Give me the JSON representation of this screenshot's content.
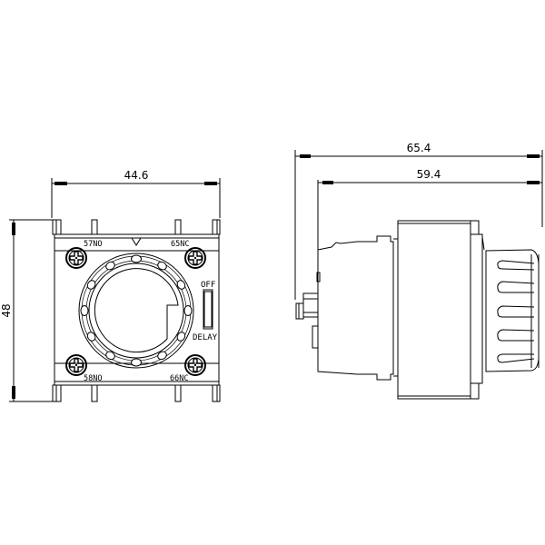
{
  "drawing": {
    "title": "Timer auxiliary switch block - dimension drawing",
    "views": [
      "front",
      "side"
    ]
  },
  "front_view": {
    "dimensions": {
      "width": "44.6",
      "height": "48"
    },
    "terminal_labels": {
      "top_left": "57NO",
      "top_right": "65NC",
      "bottom_left": "58NO",
      "bottom_right": "66NC"
    },
    "switch_labels": {
      "top": "OFF",
      "bottom": "DELAY"
    }
  },
  "side_view": {
    "dimensions": {
      "overall_depth": "65.4",
      "body_depth": "59.4"
    }
  }
}
